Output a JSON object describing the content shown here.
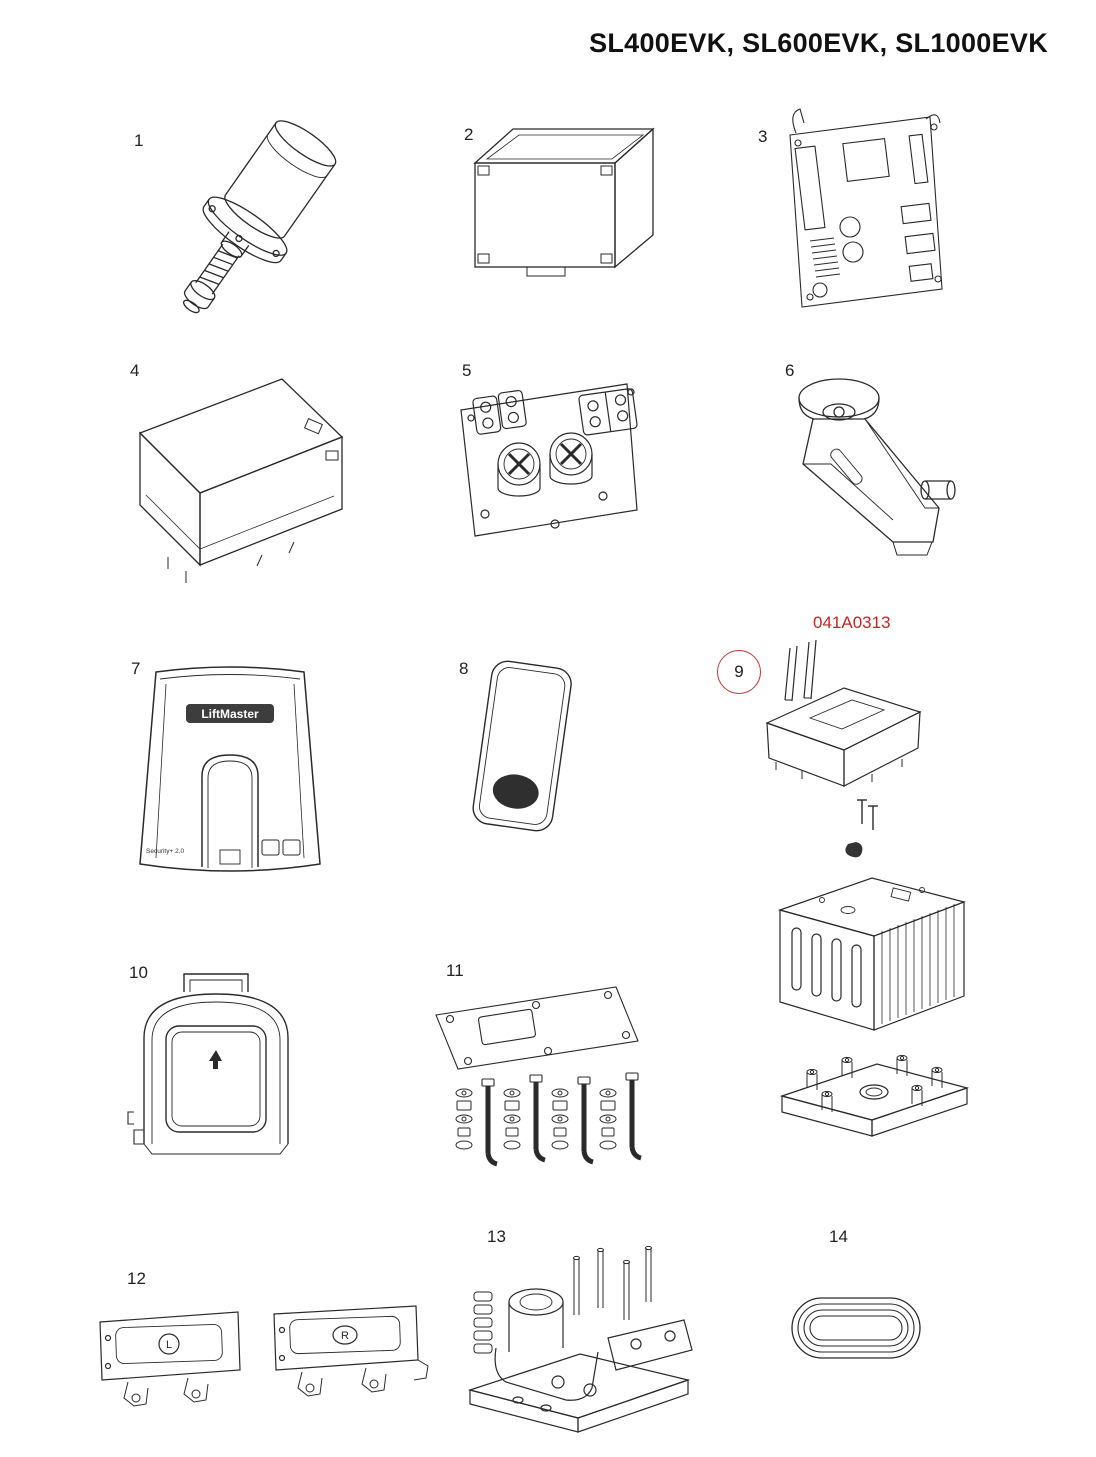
{
  "page": {
    "title": "SL400EVK, SL600EVK, SL1000EVK"
  },
  "callout": {
    "part_number": "041A0313"
  },
  "parts": {
    "p1": {
      "label": "1"
    },
    "p2": {
      "label": "2"
    },
    "p3": {
      "label": "3"
    },
    "p4": {
      "label": "4"
    },
    "p5": {
      "label": "5"
    },
    "p6": {
      "label": "6"
    },
    "p7": {
      "label": "7"
    },
    "p8": {
      "label": "8"
    },
    "p9": {
      "label": "9"
    },
    "p10": {
      "label": "10"
    },
    "p11": {
      "label": "11"
    },
    "p12": {
      "label": "12"
    },
    "p13": {
      "label": "13"
    },
    "p14": {
      "label": "14"
    }
  },
  "drawing_text": {
    "liftmaster_badge": "LiftMaster",
    "security_label": "Security+ 2.0",
    "left_bracket_letter": "L",
    "right_bracket_letter": "R"
  },
  "colors": {
    "line": "#2a2a2a",
    "callout_red": "#cc2222"
  }
}
